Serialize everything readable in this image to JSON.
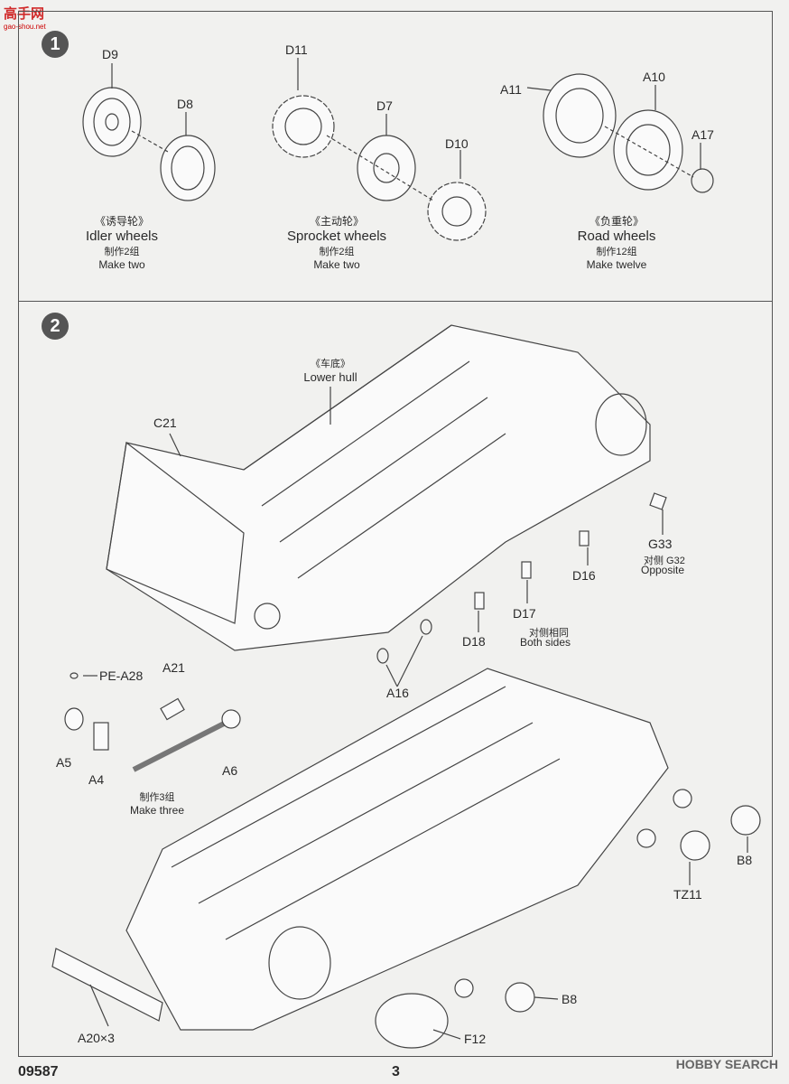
{
  "page": {
    "code": "09587",
    "page_number": "3",
    "site_logo": "高手网",
    "site_logo_sub": "gao-shou.net",
    "watermark": "HOBBY SEARCH"
  },
  "step1": {
    "number": "1",
    "groups": [
      {
        "cn": "《诱导轮》",
        "en": "Idler wheels",
        "cn_qty": "制作2组",
        "en_qty": "Make two"
      },
      {
        "cn": "《主动轮》",
        "en": "Sprocket wheels",
        "cn_qty": "制作2组",
        "en_qty": "Make two"
      },
      {
        "cn": "《负重轮》",
        "en": "Road  wheels",
        "cn_qty": "制作12组",
        "en_qty": "Make twelve"
      }
    ],
    "parts": [
      "D9",
      "D8",
      "D11",
      "D7",
      "D10",
      "A11",
      "A10",
      "A17"
    ]
  },
  "step2": {
    "number": "2",
    "lower_hull_cn": "《车底》",
    "lower_hull_en": "Lower hull",
    "parts": [
      "C21",
      "G33",
      "D16",
      "D17",
      "D18",
      "A16",
      "PE-A28",
      "A21",
      "A5",
      "A4",
      "A6",
      "B8",
      "TZ11",
      "B8",
      "A20×3",
      "F12"
    ],
    "g33_note_cn": "对侧 G32",
    "g33_note_en": "Opposite",
    "d17_note_cn": "对侧相同",
    "d17_note_en": "Both sides",
    "a6_note_cn": "制作3组",
    "a6_note_en": "Make three"
  }
}
